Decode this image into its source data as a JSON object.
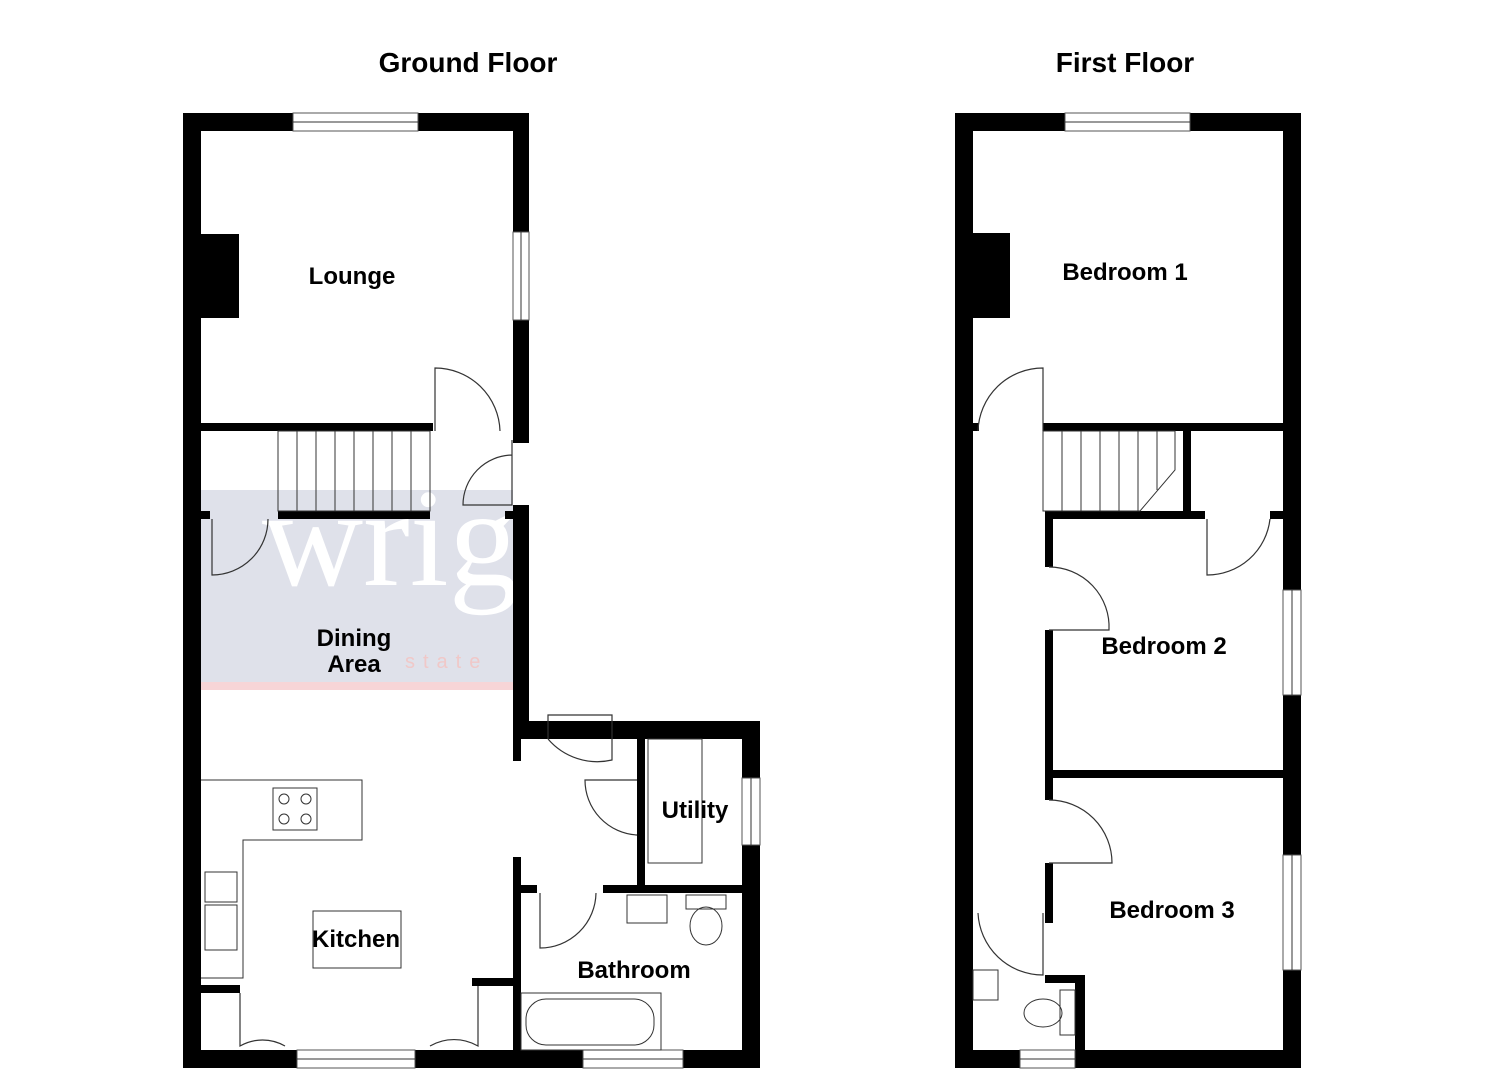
{
  "floors": [
    {
      "title": "Ground Floor",
      "rooms": [
        "Lounge",
        "Dining",
        "Area",
        "Kitchen",
        "Utility",
        "Bathroom"
      ]
    },
    {
      "title": "First Floor",
      "rooms": [
        "Bedroom 1",
        "Bedroom 2",
        "Bedroom 3"
      ]
    }
  ],
  "watermark": {
    "text": "wrig",
    "subtext": "state"
  },
  "colors": {
    "wall": "#000000",
    "watermark_bg": "#dfe1ea",
    "watermark_stripe": "#f7d5d7"
  }
}
